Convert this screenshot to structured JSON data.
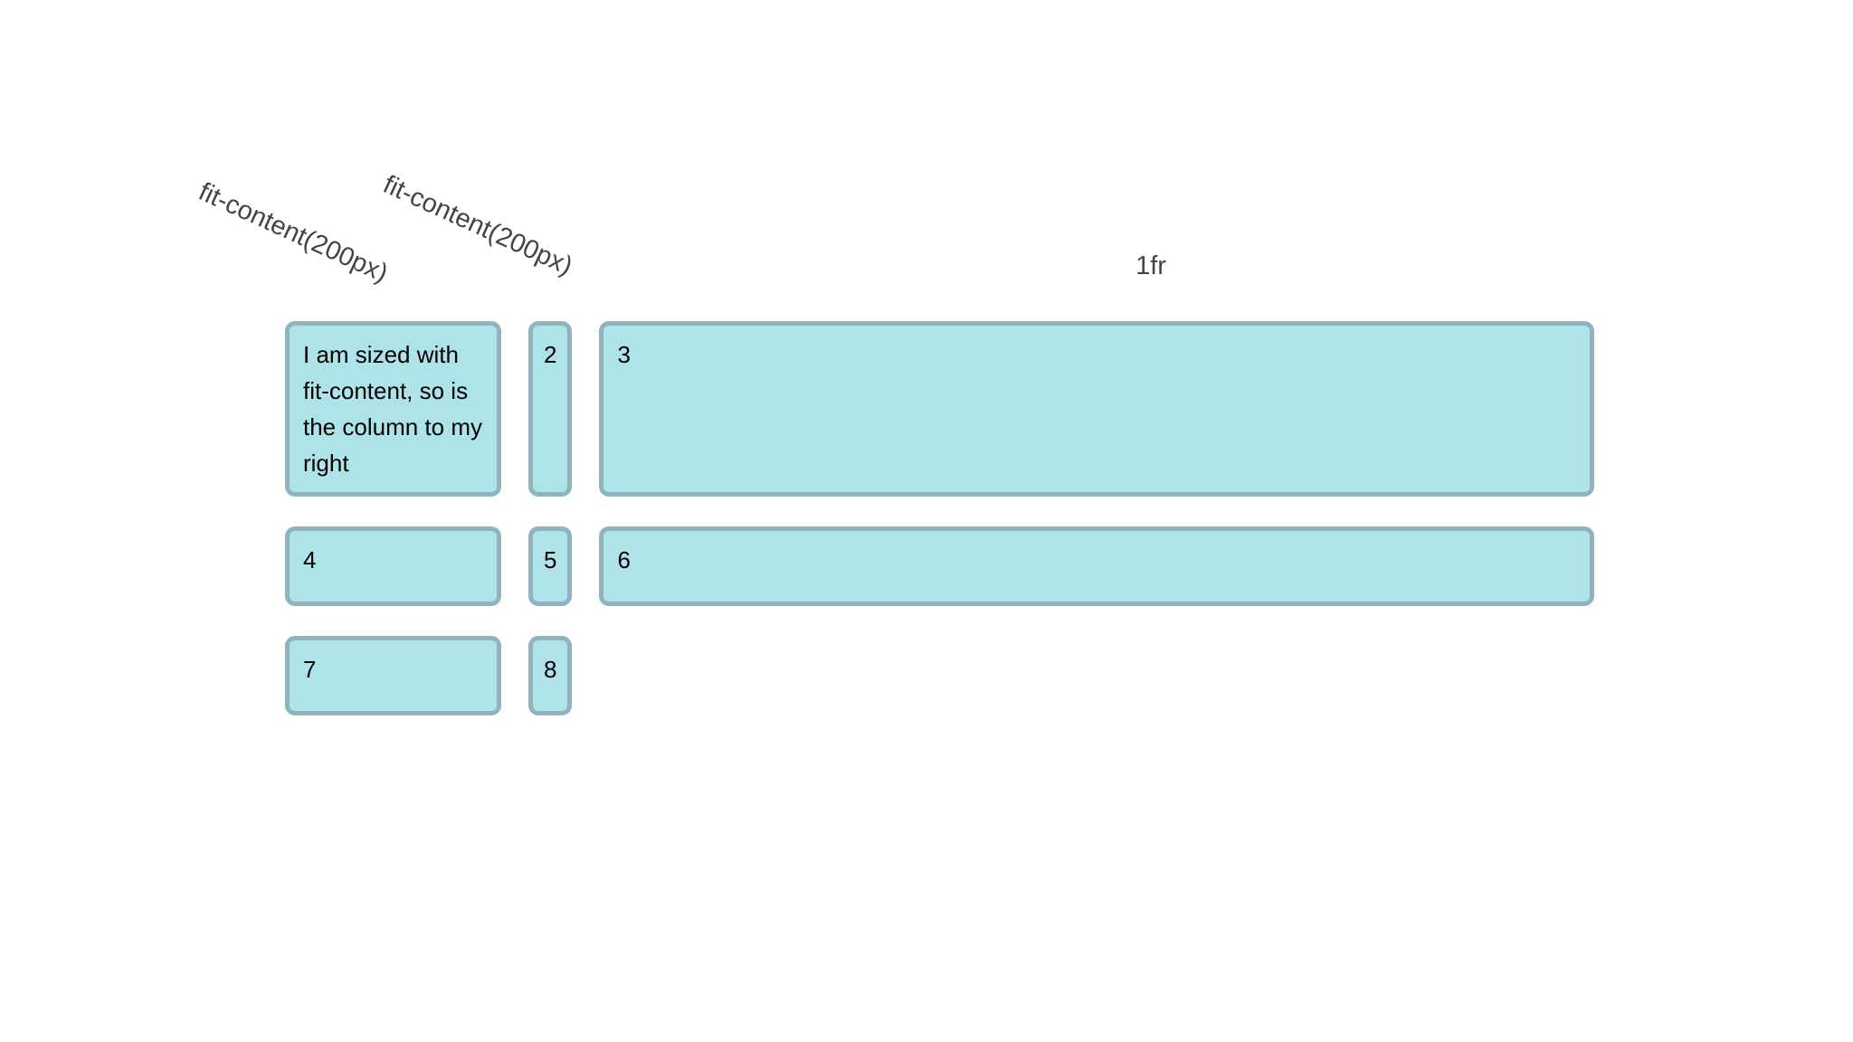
{
  "page": {
    "background_color": "#ffffff",
    "cell_fill_color": "#aee3ea",
    "cell_border_color": "#90b4bd",
    "label_color": "#444444",
    "text_color": "#000000"
  },
  "column_labels": [
    {
      "text": "fit-content(200px)",
      "rotated": true
    },
    {
      "text": "fit-content(200px)",
      "rotated": true
    },
    {
      "text": "1fr",
      "rotated": false
    }
  ],
  "grid": {
    "template_columns": "fit-content(200px) fit-content(200px) 1fr",
    "cells": [
      {
        "id": "1",
        "text": "I am sized with fit-content, so is the column to my right"
      },
      {
        "id": "2",
        "text": "2"
      },
      {
        "id": "3",
        "text": "3"
      },
      {
        "id": "4",
        "text": "4"
      },
      {
        "id": "5",
        "text": "5"
      },
      {
        "id": "6",
        "text": "6"
      },
      {
        "id": "7",
        "text": "7"
      },
      {
        "id": "8",
        "text": "8"
      }
    ]
  }
}
